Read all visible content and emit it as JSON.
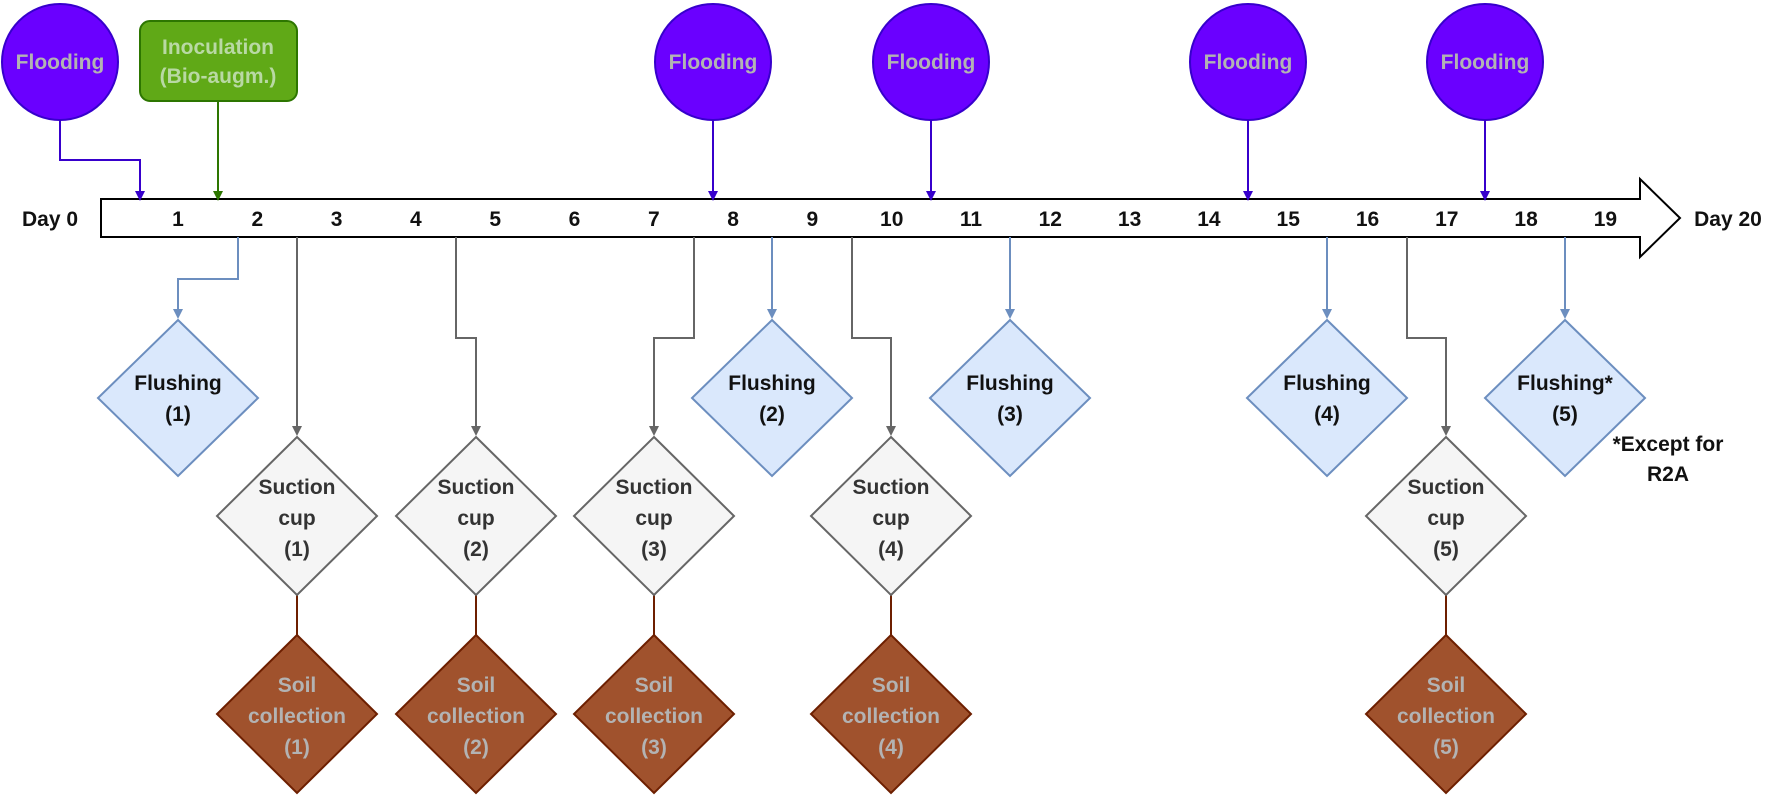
{
  "timeline": {
    "start_label": "Day 0",
    "end_label": "Day 20",
    "day_numbers": [
      "1",
      "2",
      "3",
      "4",
      "5",
      "6",
      "7",
      "8",
      "9",
      "10",
      "11",
      "12",
      "13",
      "14",
      "15",
      "16",
      "17",
      "18",
      "19"
    ]
  },
  "top_events": [
    {
      "kind": "flooding",
      "label": "Flooding"
    },
    {
      "kind": "inoculation",
      "label_line1": "Inoculation",
      "label_line2": "(Bio-augm.)"
    },
    {
      "kind": "flooding",
      "label": "Flooding"
    },
    {
      "kind": "flooding",
      "label": "Flooding"
    },
    {
      "kind": "flooding",
      "label": "Flooding"
    },
    {
      "kind": "flooding",
      "label": "Flooding"
    }
  ],
  "flushing": [
    {
      "label": "Flushing",
      "num": "(1)"
    },
    {
      "label": "Flushing",
      "num": "(2)"
    },
    {
      "label": "Flushing",
      "num": "(3)"
    },
    {
      "label": "Flushing",
      "num": "(4)"
    },
    {
      "label": "Flushing*",
      "num": "(5)"
    }
  ],
  "suction": [
    {
      "line1": "Suction",
      "line2": "cup",
      "num": "(1)"
    },
    {
      "line1": "Suction",
      "line2": "cup",
      "num": "(2)"
    },
    {
      "line1": "Suction",
      "line2": "cup",
      "num": "(3)"
    },
    {
      "line1": "Suction",
      "line2": "cup",
      "num": "(4)"
    },
    {
      "line1": "Suction",
      "line2": "cup",
      "num": "(5)"
    }
  ],
  "soil": [
    {
      "line1": "Soil",
      "line2": "collection",
      "num": "(1)"
    },
    {
      "line1": "Soil",
      "line2": "collection",
      "num": "(2)"
    },
    {
      "line1": "Soil",
      "line2": "collection",
      "num": "(3)"
    },
    {
      "line1": "Soil",
      "line2": "collection",
      "num": "(4)"
    },
    {
      "line1": "Soil",
      "line2": "collection",
      "num": "(5)"
    }
  ],
  "footnote": {
    "line1": "*Except for",
    "line2": "R2A"
  },
  "colors": {
    "flooding_fill": "#6a00ff",
    "flooding_stroke": "#3700cc",
    "inoculation_fill": "#60a917",
    "inoculation_stroke": "#2d7600",
    "flushing_fill": "#dae8fc",
    "flushing_stroke": "#6c8ebf",
    "suction_fill": "#f5f5f5",
    "suction_stroke": "#666666",
    "soil_fill": "#a0522d",
    "soil_stroke": "#6d1f00"
  }
}
